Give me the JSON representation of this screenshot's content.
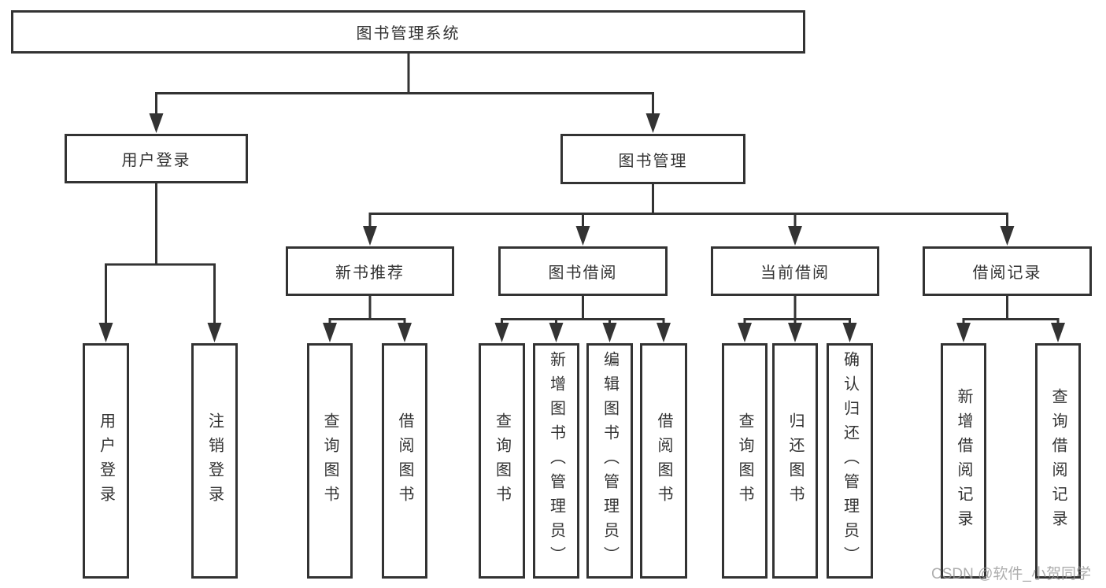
{
  "diagram_title": "图书管理系统",
  "nodes": {
    "root": {
      "label": "图书管理系统"
    },
    "user_login": {
      "label": "用户登录"
    },
    "book_management": {
      "label": "图书管理"
    },
    "new_book_recommend": {
      "label": "新书推荐"
    },
    "book_borrowing": {
      "label": "图书借阅"
    },
    "current_borrowing": {
      "label": "当前借阅"
    },
    "borrowing_records": {
      "label": "借阅记录"
    },
    "leaf_user_login": {
      "label": "用户登录"
    },
    "leaf_logout": {
      "label": "注销登录"
    },
    "leaf_query_books_a": {
      "label": "查询图书"
    },
    "leaf_borrow_books_a": {
      "label": "借阅图书"
    },
    "leaf_query_books_b": {
      "label": "查询图书"
    },
    "leaf_add_books_admin": {
      "label": "新增图书（管理员）"
    },
    "leaf_edit_books_admin": {
      "label": "编辑图书（管理员）"
    },
    "leaf_borrow_books_b": {
      "label": "借阅图书"
    },
    "leaf_query_books_c": {
      "label": "查询图书"
    },
    "leaf_return_books": {
      "label": "归还图书"
    },
    "leaf_confirm_return_admin": {
      "label": "确认归还（管理员）"
    },
    "leaf_add_borrow_record": {
      "label": "新增借阅记录"
    },
    "leaf_query_borrow_record": {
      "label": "查询借阅记录"
    }
  },
  "hierarchy": {
    "图书管理系统": {
      "用户登录": [
        "用户登录",
        "注销登录"
      ],
      "图书管理": {
        "新书推荐": [
          "查询图书",
          "借阅图书"
        ],
        "图书借阅": [
          "查询图书",
          "新增图书（管理员）",
          "编辑图书（管理员）",
          "借阅图书"
        ],
        "当前借阅": [
          "查询图书",
          "归还图书",
          "确认归还（管理员）"
        ],
        "借阅记录": [
          "新增借阅记录",
          "查询借阅记录"
        ]
      }
    }
  },
  "watermark": {
    "text": "CSDN @软件_小贺同学"
  },
  "colors": {
    "line": "#333333",
    "text": "#333333",
    "background": "#ffffff",
    "watermark": "#a8a8a8"
  }
}
